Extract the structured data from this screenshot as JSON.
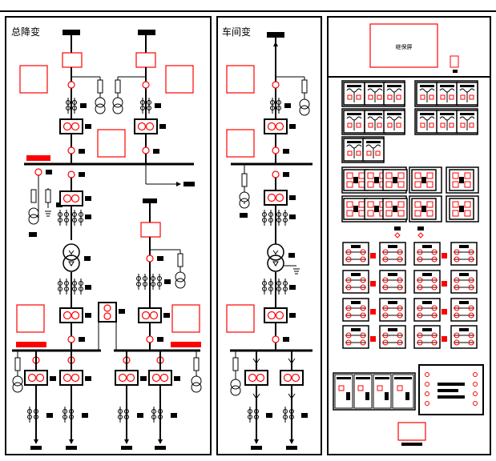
{
  "panels": [
    {
      "id": "main-substation",
      "title": "总降变"
    },
    {
      "id": "workshop-substation",
      "title": "车间变"
    },
    {
      "id": "device-cabinet",
      "title": ""
    }
  ],
  "device_box": {
    "label": "继保屏"
  },
  "colors": {
    "frame": "#000000",
    "accent": "#ff0000",
    "background": "#ffffff"
  }
}
